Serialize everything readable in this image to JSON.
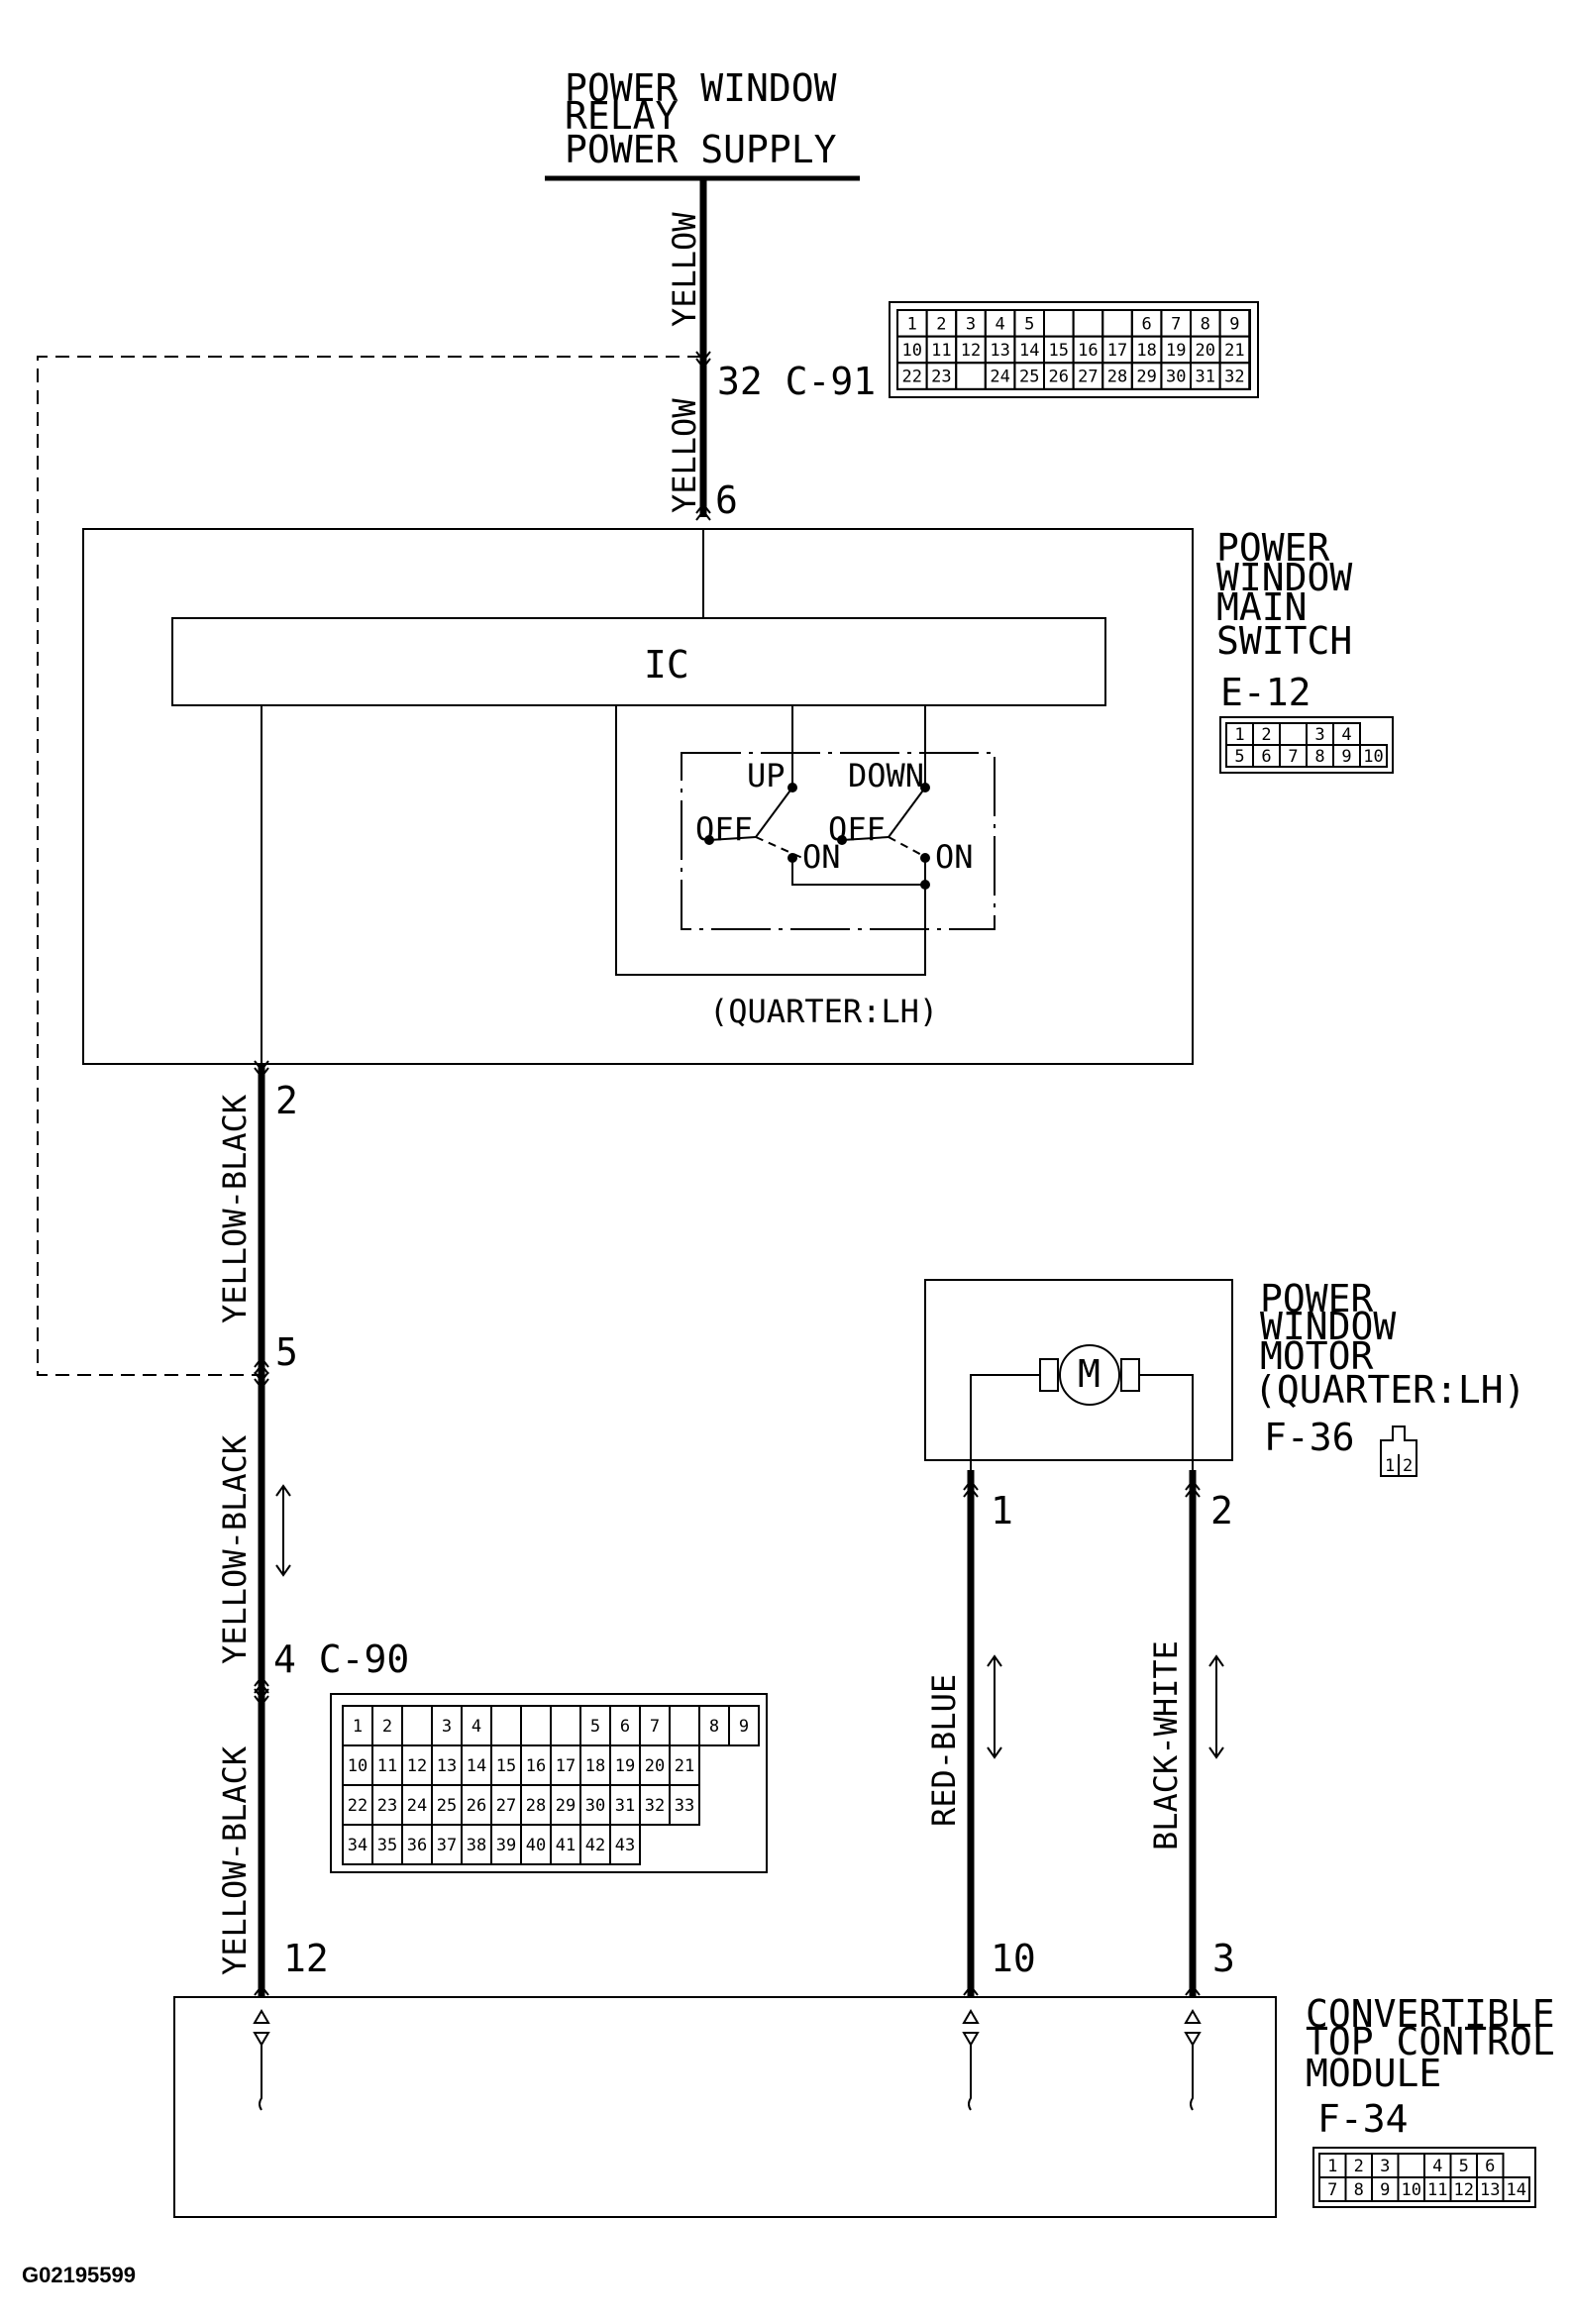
{
  "supply": {
    "line1": "POWER WINDOW",
    "line2": "RELAY",
    "line3": "POWER SUPPLY"
  },
  "wires": {
    "yellow_top": "YELLOW",
    "yellow_mid": "YELLOW",
    "yb1": "YELLOW-BLACK",
    "yb2": "YELLOW-BLACK",
    "yb3": "YELLOW-BLACK",
    "red_blue": "RED-BLUE",
    "black_white": "BLACK-WHITE"
  },
  "terminals": {
    "c91": "32 C-91",
    "sw6": "6",
    "sw2": "2",
    "j5": "5",
    "c90": "4 C-90",
    "m12": "12",
    "m10": "10",
    "m3": "3",
    "mot1": "1",
    "mot2": "2"
  },
  "main_switch": {
    "line1": "POWER",
    "line2": "WINDOW",
    "line3": "MAIN",
    "line4": "SWITCH",
    "connector": "E-12",
    "ic": "IC",
    "up": "UP",
    "down": "DOWN",
    "off1": "OFF",
    "off2": "OFF",
    "on1": "ON",
    "on2": "ON",
    "caption": "(QUARTER:LH)"
  },
  "motor": {
    "line1": "POWER",
    "line2": "WINDOW",
    "line3": "MOTOR",
    "line4": "(QUARTER:LH)",
    "connector": "F-36",
    "symbol": "M"
  },
  "module": {
    "line1": "CONVERTIBLE",
    "line2": "TOP CONTROL",
    "line3": "MODULE",
    "connector": "F-34"
  },
  "connector_pins": {
    "c91": [
      [
        "1",
        "2",
        "3",
        "4",
        "5",
        "",
        "",
        "",
        "6",
        "7",
        "8",
        "9"
      ],
      [
        "10",
        "11",
        "12",
        "13",
        "14",
        "15",
        "16",
        "17",
        "18",
        "19",
        "20",
        "21"
      ],
      [
        "22",
        "23",
        "",
        "24",
        "25",
        "26",
        "27",
        "28",
        "29",
        "30",
        "31",
        "32"
      ]
    ],
    "e12": [
      [
        "1",
        "2",
        "",
        "3",
        "4"
      ],
      [
        "5",
        "6",
        "7",
        "8",
        "9",
        "10"
      ]
    ],
    "f36": [
      "1",
      "2"
    ],
    "f34": [
      [
        "1",
        "2",
        "3",
        "",
        "4",
        "5",
        "6"
      ],
      [
        "7",
        "8",
        "9",
        "10",
        "11",
        "12",
        "13",
        "14"
      ]
    ],
    "c90_row1": [
      "1",
      "2",
      "",
      "3",
      "4",
      "",
      "",
      "",
      "5",
      "6",
      "7",
      "",
      "8",
      "9"
    ],
    "c90_row2": [
      "10",
      "11",
      "12",
      "13",
      "14",
      "15",
      "16",
      "17",
      "18",
      "19",
      "20",
      "21"
    ],
    "c90_row3": [
      "22",
      "23",
      "24",
      "25",
      "26",
      "27",
      "28",
      "29",
      "30",
      "31",
      "32",
      "33"
    ],
    "c90_row4": [
      "34",
      "35",
      "36",
      "37",
      "38",
      "39",
      "40",
      "41",
      "42",
      "43"
    ]
  },
  "footer": {
    "code": "G02195599"
  }
}
